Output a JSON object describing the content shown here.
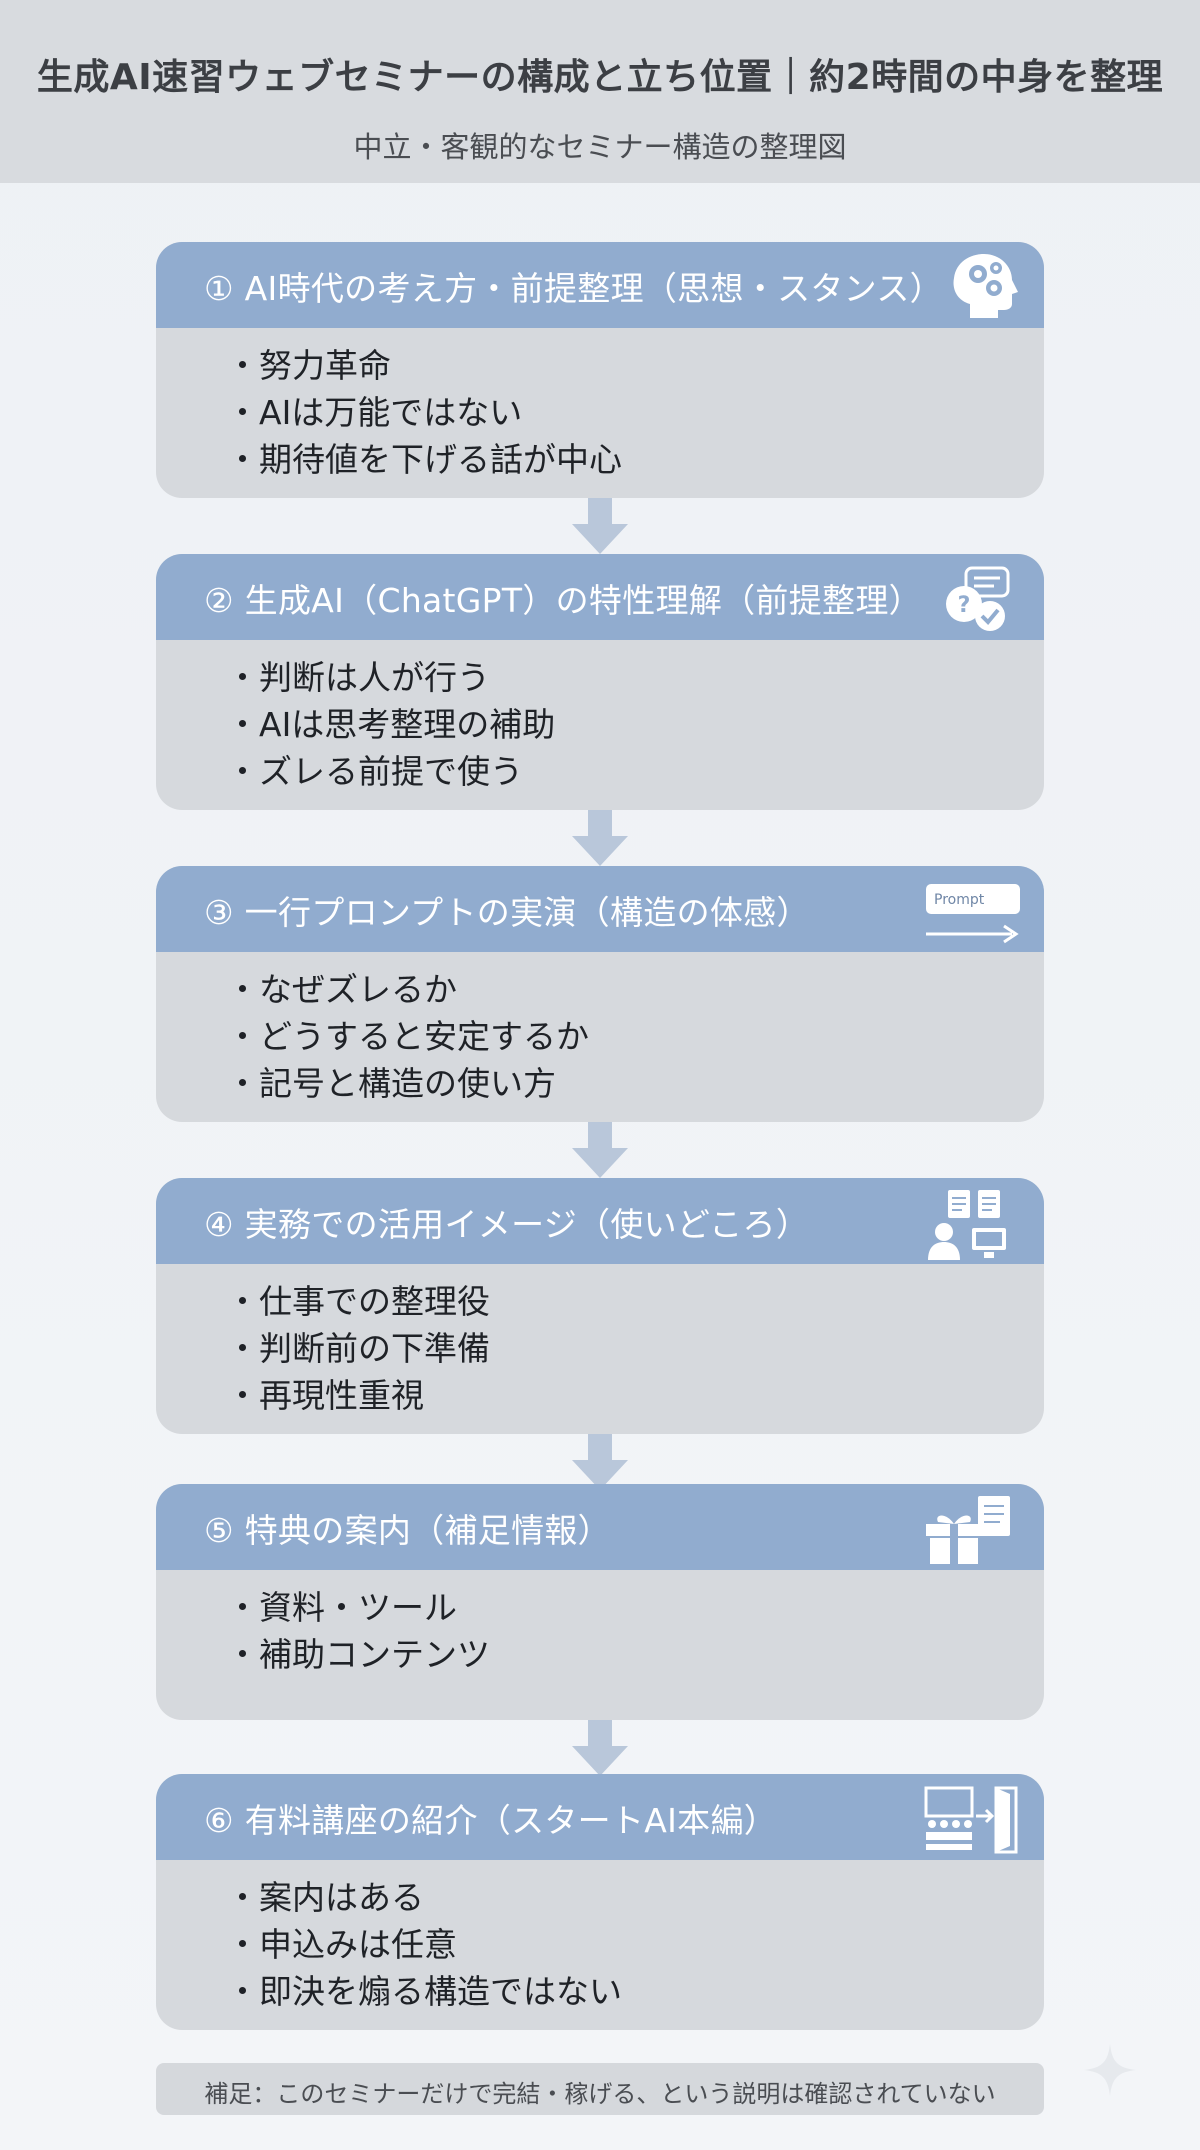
{
  "header": {
    "title": "生成AI速習ウェブセミナーの構成と立ち位置｜約2時間の中身を整理",
    "subtitle": "中立・客観的なセミナー構造の整理図"
  },
  "colors": {
    "header_bg": "#d8dbdf",
    "card_head": "#91accf",
    "card_body": "#d6d9dd",
    "arrow": "#b9c7da"
  },
  "cards": [
    {
      "title": "① AI時代の考え方・前提整理（思想・スタンス）",
      "icon": "head-gears-icon",
      "items": [
        "努力革命",
        "AIは万能ではない",
        "期待値を下げる話が中心"
      ]
    },
    {
      "title": "② 生成AI（ChatGPT）の特性理解（前提整理）",
      "icon": "chat-bubbles-icon",
      "items": [
        "判断は人が行う",
        "AIは思考整理の補助",
        "ズレる前提で使う"
      ]
    },
    {
      "title": "③ 一行プロンプトの実演（構造の体感）",
      "icon": "prompt-input-icon",
      "icon_label": "Prompt",
      "items": [
        "なぜズレるか",
        "どうすると安定するか",
        "記号と構造の使い方"
      ]
    },
    {
      "title": "④ 実務での活用イメージ（使いどころ）",
      "icon": "person-documents-icon",
      "items": [
        "仕事での整理役",
        "判断前の下準備",
        "再現性重視"
      ]
    },
    {
      "title": "⑤ 特典の案内（補足情報）",
      "icon": "gift-document-icon",
      "items": [
        "資料・ツール",
        "補助コンテンツ"
      ]
    },
    {
      "title": "⑥ 有料講座の紹介（スタートAI本編）",
      "icon": "lecture-door-icon",
      "items": [
        "案内はある",
        "申込みは任意",
        "即決を煽る構造ではない"
      ]
    }
  ],
  "footer": {
    "note": "補足：このセミナーだけで完結・稼げる、という説明は確認されていない"
  }
}
